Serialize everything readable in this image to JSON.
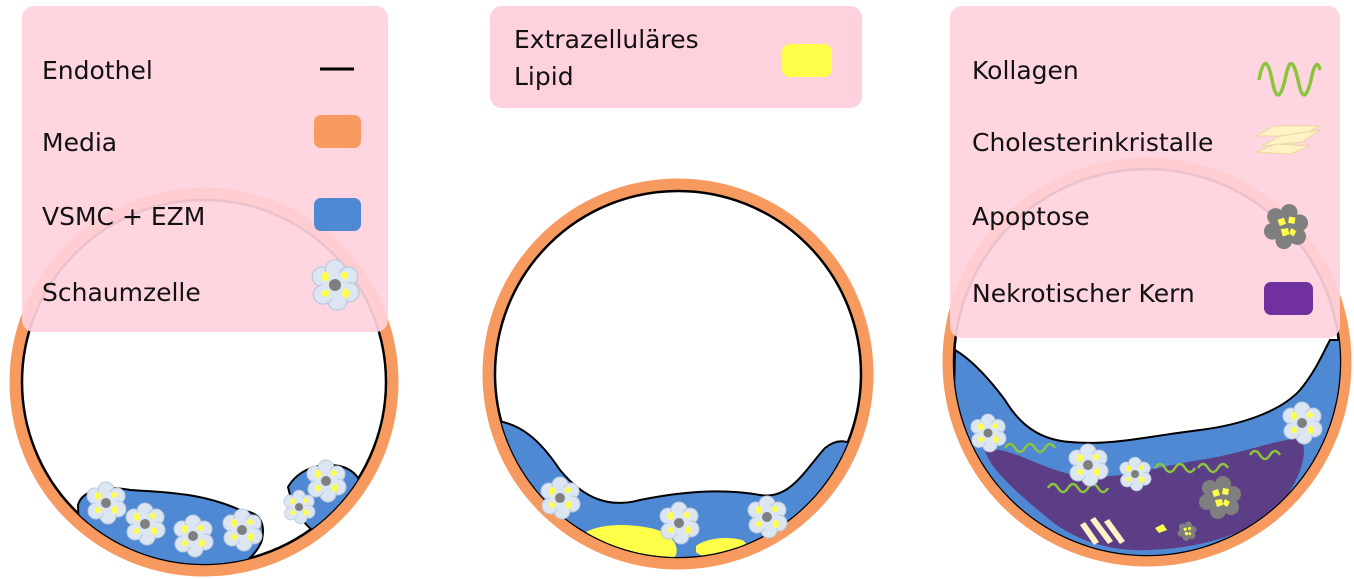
{
  "legend_left": {
    "items": [
      {
        "label": "Endothel",
        "icon": "endothel-line-icon"
      },
      {
        "label": "Media",
        "icon": "media-swatch-icon"
      },
      {
        "label": "VSMC + EZM",
        "icon": "vsmc-swatch-icon"
      },
      {
        "label": "Schaumzelle",
        "icon": "foam-cell-icon"
      }
    ]
  },
  "legend_middle": {
    "items": [
      {
        "label_line1": "Extrazelluläres",
        "label_line2": "Lipid",
        "icon": "lipid-swatch-icon"
      }
    ]
  },
  "legend_right": {
    "items": [
      {
        "label": "Kollagen",
        "icon": "collagen-wave-icon"
      },
      {
        "label": "Cholesterinkristalle",
        "icon": "cholesterol-crystal-icon"
      },
      {
        "label": "Apoptose",
        "icon": "apoptosis-icon"
      },
      {
        "label": "Nekrotischer Kern",
        "icon": "necrotic-core-swatch-icon"
      }
    ]
  },
  "colors": {
    "legend_bg": "#ffd1dc",
    "media": "#f79a60",
    "vsmc": "#4f88d3",
    "lipid": "#ffff4a",
    "necrotic": "#5b3e85",
    "necrotic_swatch": "#7030a0",
    "collagen": "#8cc43f",
    "foam": "#dce6f2",
    "nucleus": "#7f7f7f",
    "crystal": "#fff2c4",
    "endothel": "#000000"
  }
}
